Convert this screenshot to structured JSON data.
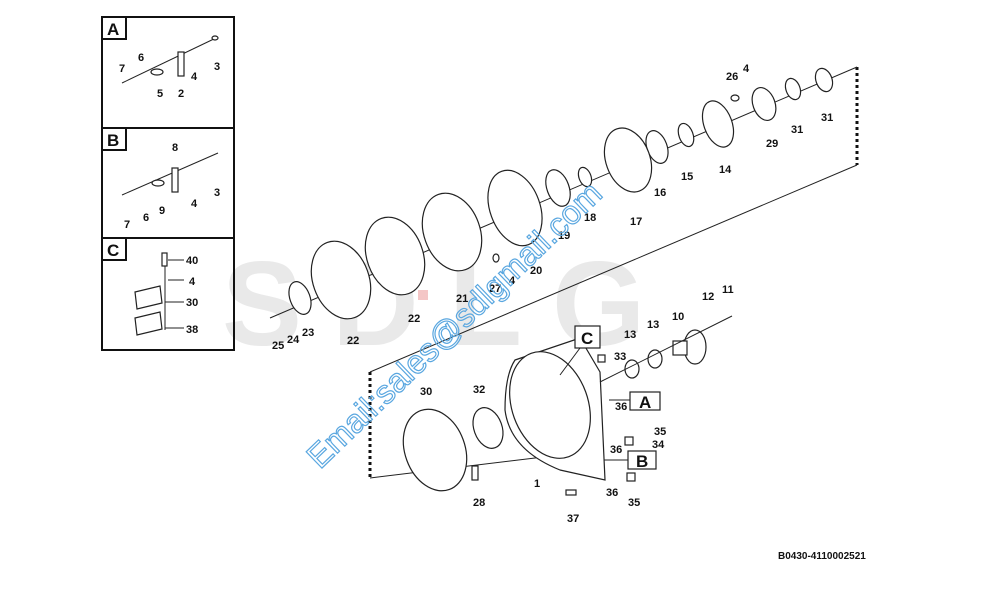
{
  "watermark": {
    "logo": "SDLG",
    "email": "Email:sales@sdlgmail.com",
    "email_color": "#5aa7e0"
  },
  "diagram_code": "B0430-4110002521",
  "insets": {
    "a": {
      "tag": "A",
      "callouts": [
        "7",
        "6",
        "5",
        "4",
        "2",
        "3"
      ]
    },
    "b": {
      "tag": "B",
      "callouts": [
        "8",
        "3",
        "4",
        "9",
        "6",
        "7"
      ]
    },
    "c": {
      "tag": "C",
      "callouts": [
        "40",
        "4",
        "30",
        "38"
      ]
    }
  },
  "refs": {
    "a": "A",
    "b": "B",
    "c": "C"
  },
  "callouts": [
    "26",
    "4",
    "29",
    "31",
    "31",
    "14",
    "15",
    "16",
    "17",
    "18",
    "19",
    "20",
    "21",
    "27",
    "4",
    "22",
    "22",
    "23",
    "24",
    "25",
    "12",
    "11",
    "10",
    "13",
    "13",
    "33",
    "36",
    "35",
    "34",
    "36",
    "36",
    "35",
    "37",
    "1",
    "30",
    "32",
    "28"
  ]
}
